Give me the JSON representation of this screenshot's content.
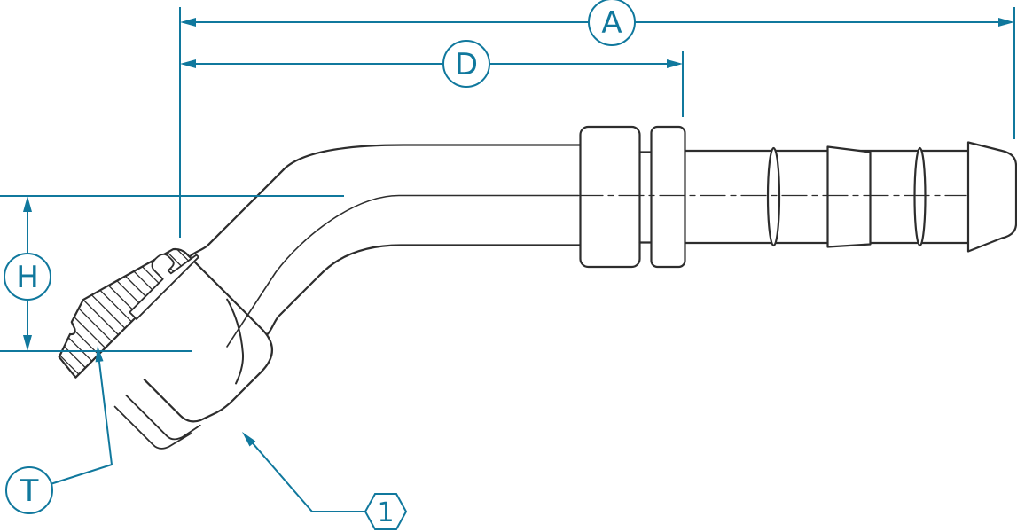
{
  "drawing": {
    "type": "technical-drawing-45-degree-hose-fitting",
    "colors": {
      "accent": "#10789D",
      "outline": "#2D2D2D",
      "background": "#FFFFFF"
    },
    "callouts": {
      "a": {
        "label": "A",
        "shape": "circle",
        "meaning": "overall-length-dimension"
      },
      "d": {
        "label": "D",
        "shape": "circle",
        "meaning": "intermediate-length-dimension"
      },
      "h": {
        "label": "H",
        "shape": "circle",
        "meaning": "height-dimension"
      },
      "t": {
        "label": "T",
        "shape": "circle",
        "meaning": "thread-callout"
      },
      "p1": {
        "label": "1",
        "shape": "hexagon",
        "meaning": "item-balloon"
      }
    }
  }
}
